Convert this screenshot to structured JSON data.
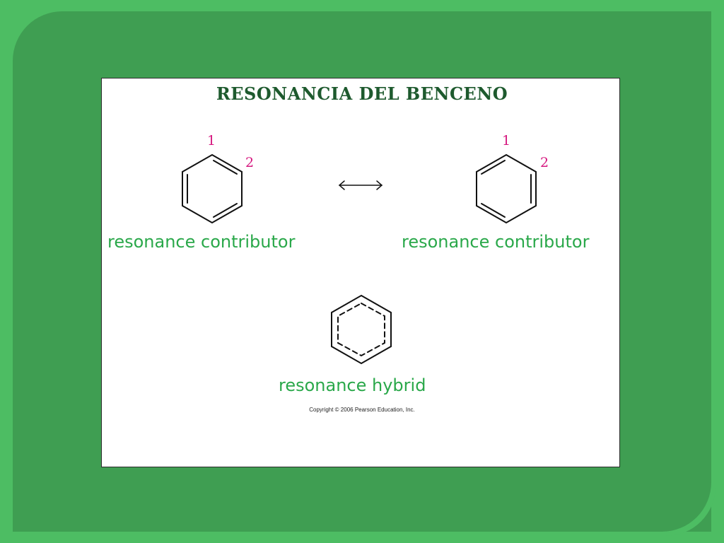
{
  "slide": {
    "title": "RESONANCIA DEL BENCENO",
    "left_structure": {
      "label": "resonance contributor",
      "atom_numbers": [
        "1",
        "2"
      ]
    },
    "right_structure": {
      "label": "resonance contributor",
      "atom_numbers": [
        "1",
        "2"
      ]
    },
    "hybrid_structure": {
      "label": "resonance hybrid"
    },
    "copyright": "Copyright © 2006 Pearson Education, Inc."
  },
  "colors": {
    "outer_background": "#4dbd63",
    "frame": "#3f9e52",
    "title": "#1e5a2e",
    "label": "#2aa84a",
    "atom_number": "#d6177f"
  },
  "icons": {
    "resonance_arrow": "double-headed-arrow-icon"
  }
}
